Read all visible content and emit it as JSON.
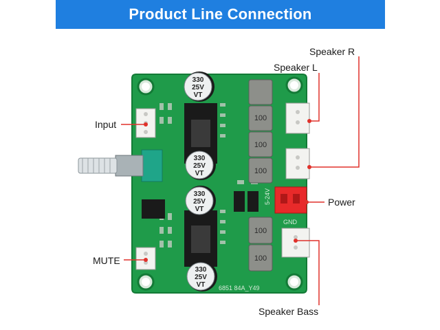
{
  "header": {
    "title": "Product Line Connection"
  },
  "labels": {
    "speaker_r": "Speaker R",
    "speaker_l": "Speaker L",
    "input": "Input",
    "power": "Power",
    "mute": "MUTE",
    "speaker_bass": "Speaker Bass"
  },
  "board": {
    "capacitor_text": [
      "330",
      "25V",
      "VT"
    ],
    "inductor_text": "100",
    "voltage_text": "5-24V",
    "silk_text": "6851 84A_Y49",
    "gnd_text": "GND"
  },
  "colors": {
    "header_bg": "#1f7fe0",
    "pcb_green": "#1f9b4a",
    "leader_line": "#e0312a",
    "power_connector": "#e82a2a"
  }
}
